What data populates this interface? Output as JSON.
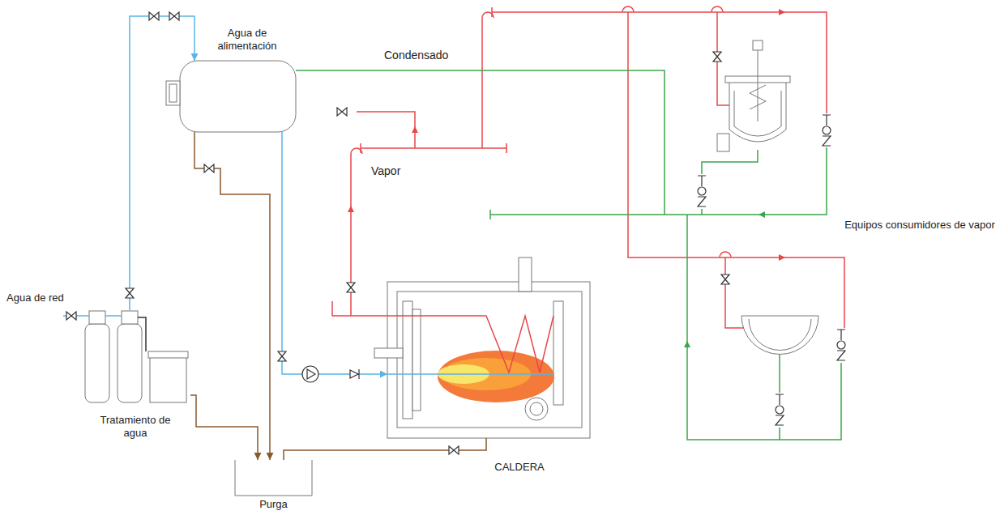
{
  "diagram": {
    "nodes": [
      {
        "text": [
          "Agua de alimentación"
        ]
      },
      {
        "text": [
          "Tratamiento de agua"
        ]
      },
      {
        "text": [
          "CALDERA"
        ]
      },
      {
        "text": [
          "Purga"
        ]
      }
    ],
    "edges": [
      {
        "from": 1,
        "to": 0,
        "arrow": "to"
      },
      {
        "from": 0,
        "to": 2,
        "arrow": "to"
      },
      {
        "from": 1,
        "to": 3,
        "arrow": "to"
      },
      {
        "from": 0,
        "to": 3,
        "arrow": "to"
      },
      {
        "from": 2,
        "to": 3,
        "arrow": "none"
      }
    ],
    "labels": [
      "Condensado",
      "Vapor",
      "Equipos consumidores de vapor",
      "Agua de red"
    ]
  }
}
